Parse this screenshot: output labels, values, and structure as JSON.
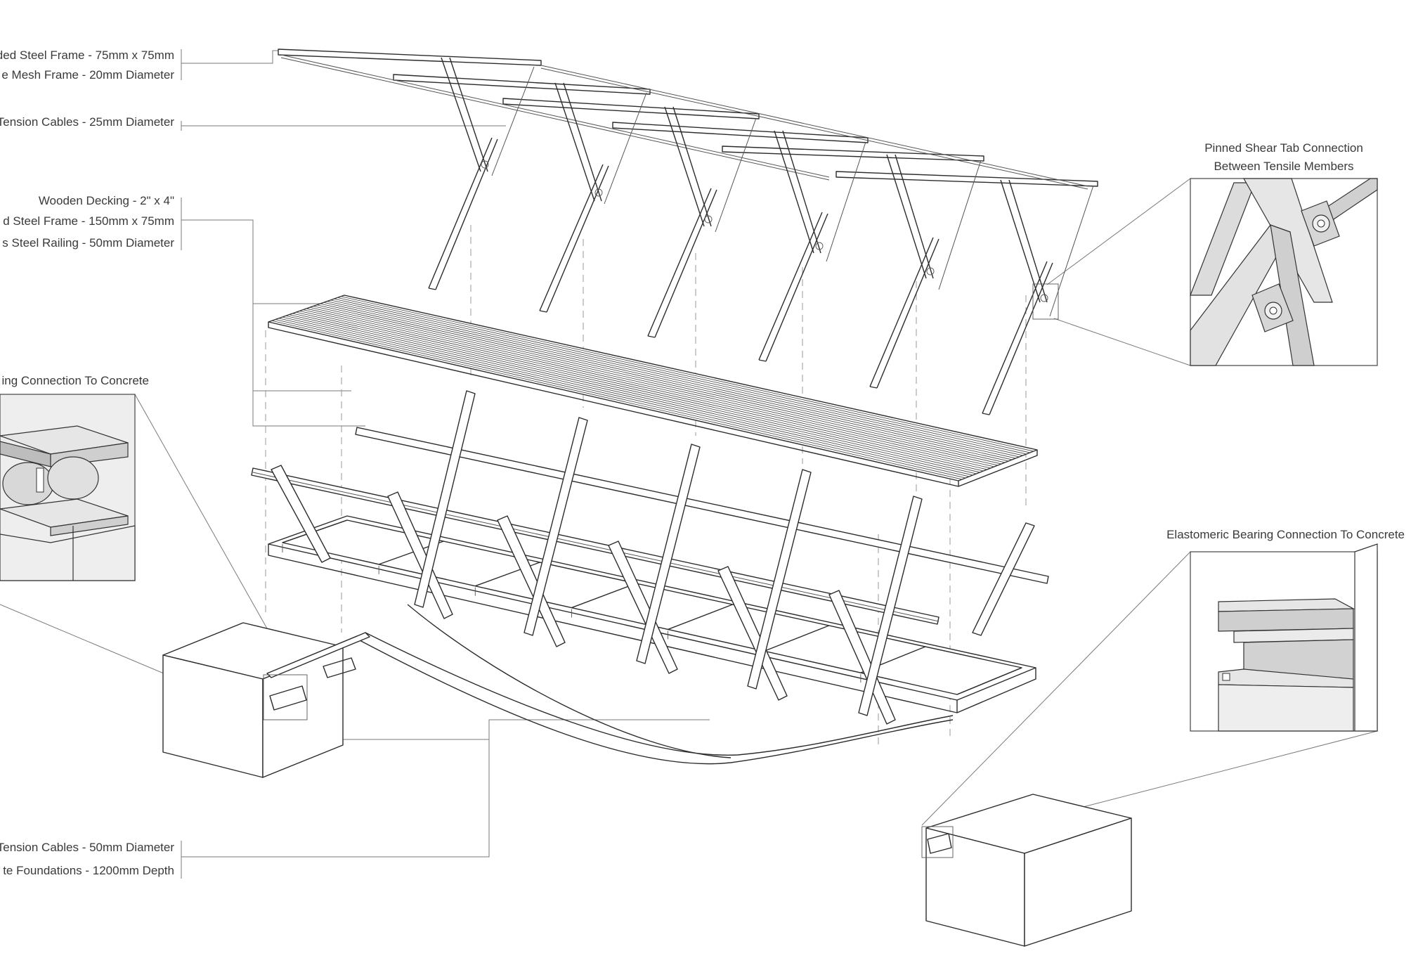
{
  "labels": {
    "top_frame": "lded Steel Frame - 75mm x 75mm",
    "mesh_frame": "e Mesh Frame - 20mm Diameter",
    "top_cables": "Tension Cables - 25mm Diameter",
    "decking": "Wooden Decking - 2\" x 4\"",
    "main_frame": "d Steel Frame - 150mm x 75mm",
    "railing": "s Steel Railing - 50mm Diameter",
    "left_bearing": "ing Connection To Concrete",
    "shear_tab_line1": "Pinned Shear Tab Connection",
    "shear_tab_line2": "Between Tensile Members",
    "right_bearing": "Elastomeric Bearing Connection To Concrete",
    "bottom_cables": "Tension Cables - 50mm Diameter",
    "foundations": "te Foundations - 1200mm Depth"
  },
  "colors": {
    "line": "#2c2c2c",
    "leader": "#7a7a7a",
    "text": "#3a3a3a",
    "face_light": "#e6e6e6",
    "face_mid": "#cfcfcf",
    "face_dark": "#bdbdbd",
    "inset_bg": "#eeeeee"
  }
}
